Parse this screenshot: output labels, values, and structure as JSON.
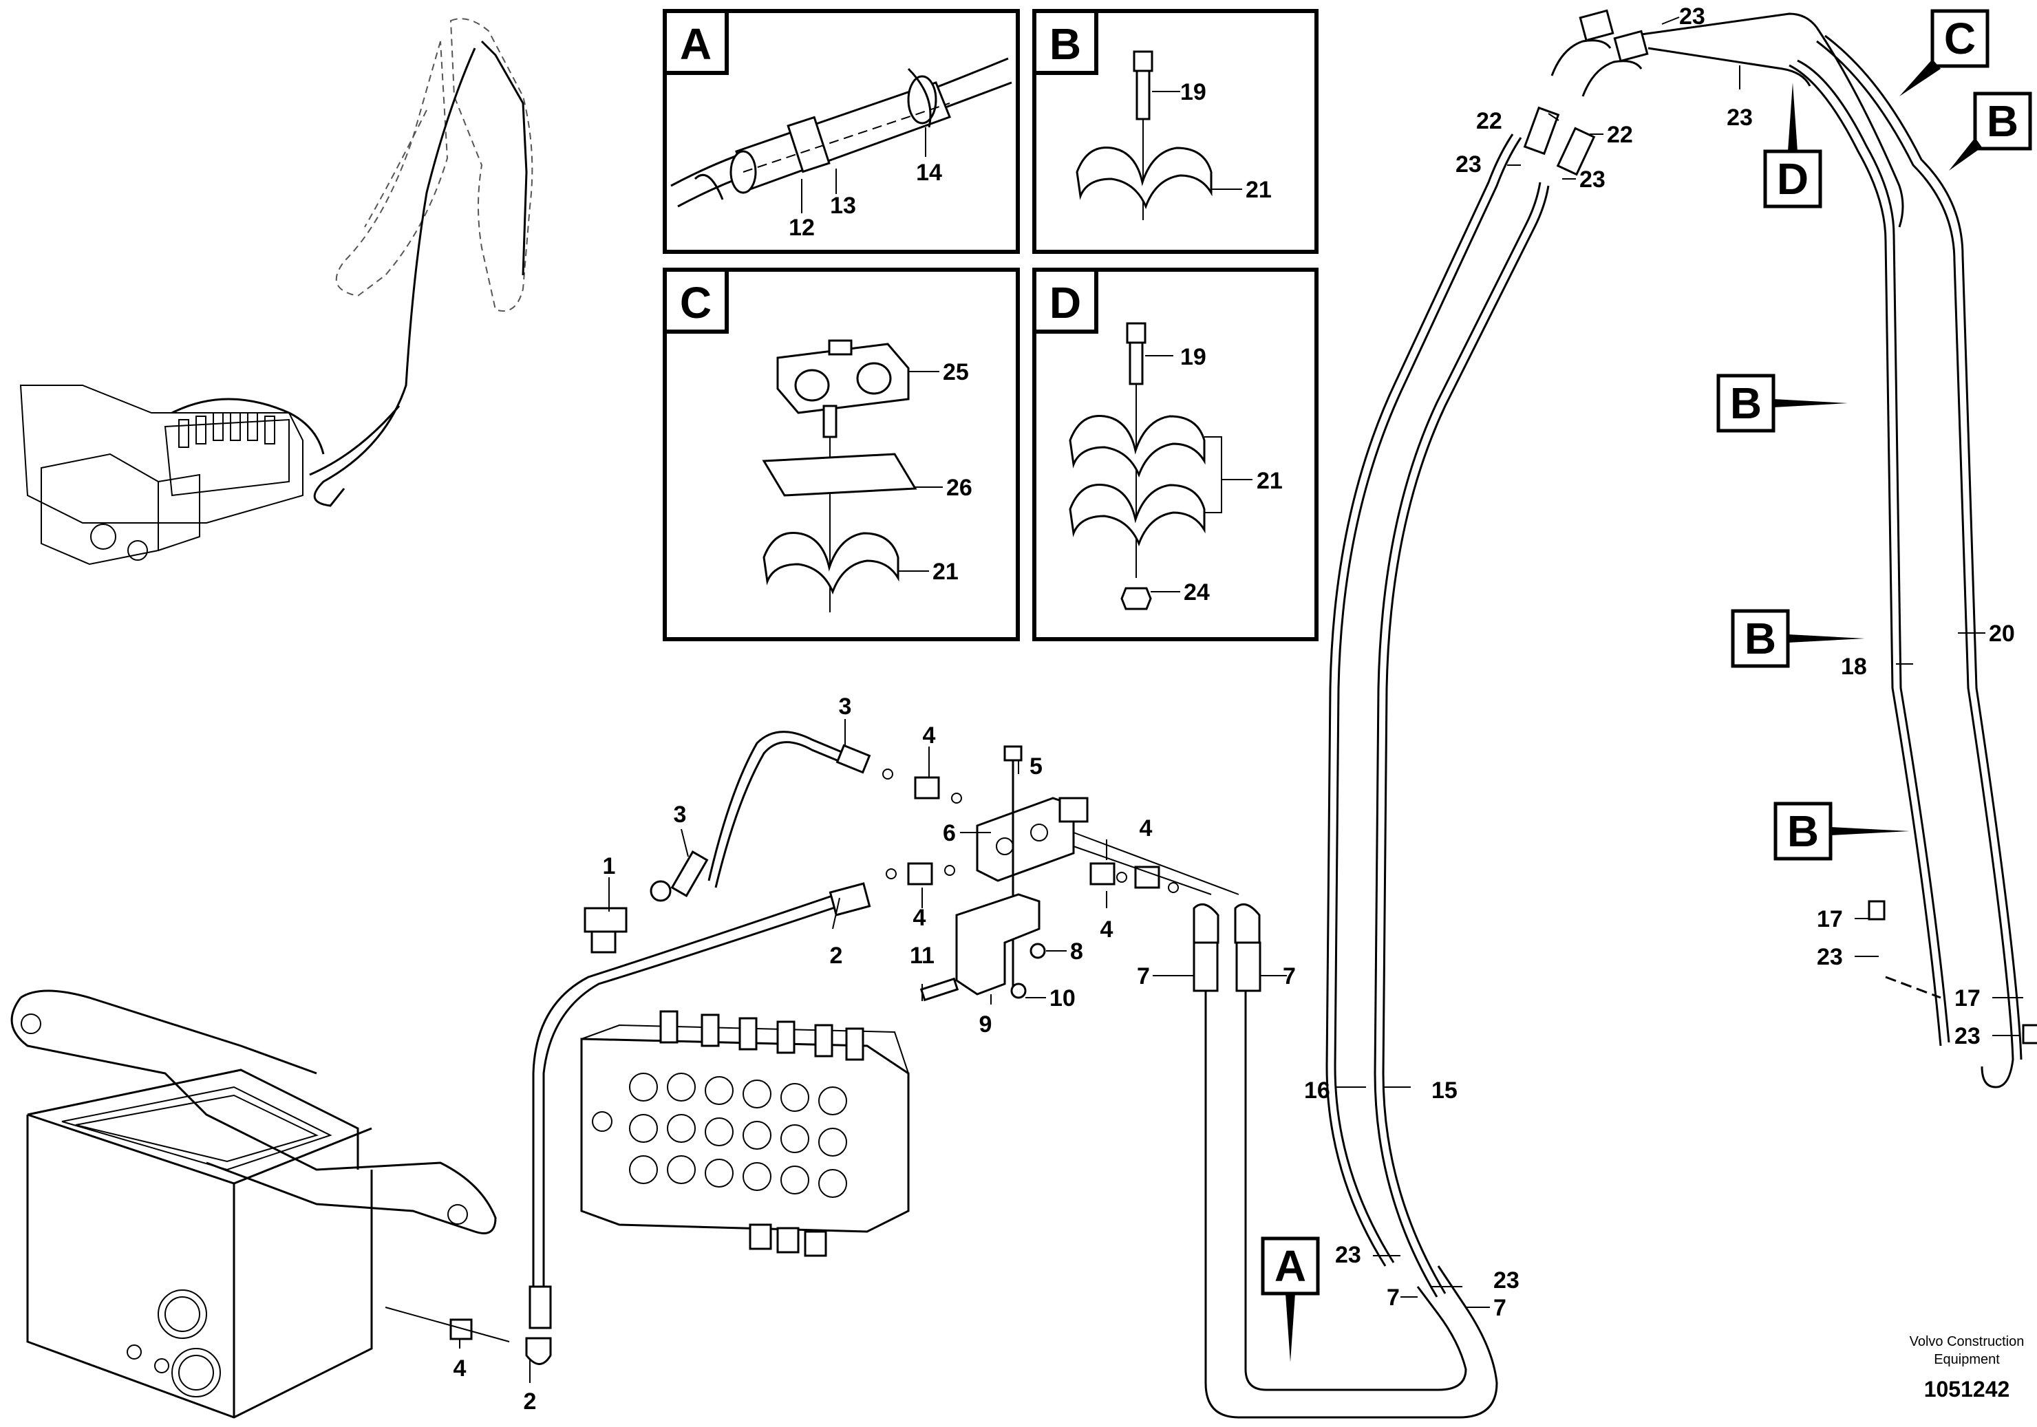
{
  "detail_boxes": [
    "A",
    "B",
    "C",
    "D"
  ],
  "callout_markers": {
    "view_a": "A",
    "view_b_top": "B",
    "view_b_mid1": "B",
    "view_b_mid2": "B",
    "view_b_mid3": "B",
    "view_c": "C",
    "view_d": "D"
  },
  "part_labels": {
    "p1": "1",
    "p2a": "2",
    "p2b": "2",
    "p3a": "3",
    "p3b": "3",
    "p4a": "4",
    "p4b": "4",
    "p4c": "4",
    "p4d": "4",
    "p4e": "4",
    "p5": "5",
    "p6": "6",
    "p7a": "7",
    "p7b": "7",
    "p7c": "7",
    "p7d": "7",
    "p8": "8",
    "p9": "9",
    "p10": "10",
    "p11": "11",
    "p12": "12",
    "p13": "13",
    "p14": "14",
    "p15": "15",
    "p16": "16",
    "p17a": "17",
    "p17b": "17",
    "p18": "18",
    "p19a": "19",
    "p19b": "19",
    "p20": "20",
    "p21a": "21",
    "p21b": "21",
    "p21c": "21",
    "p22a": "22",
    "p22b": "22",
    "p23a": "23",
    "p23b": "23",
    "p23c": "23",
    "p23d": "23",
    "p23e": "23",
    "p23f": "23",
    "p23g": "23",
    "p23h": "23",
    "p24": "24",
    "p25": "25",
    "p26": "26"
  },
  "credit": {
    "line1": "Volvo Construction",
    "line2": "Equipment",
    "doc_number": "1051242"
  }
}
